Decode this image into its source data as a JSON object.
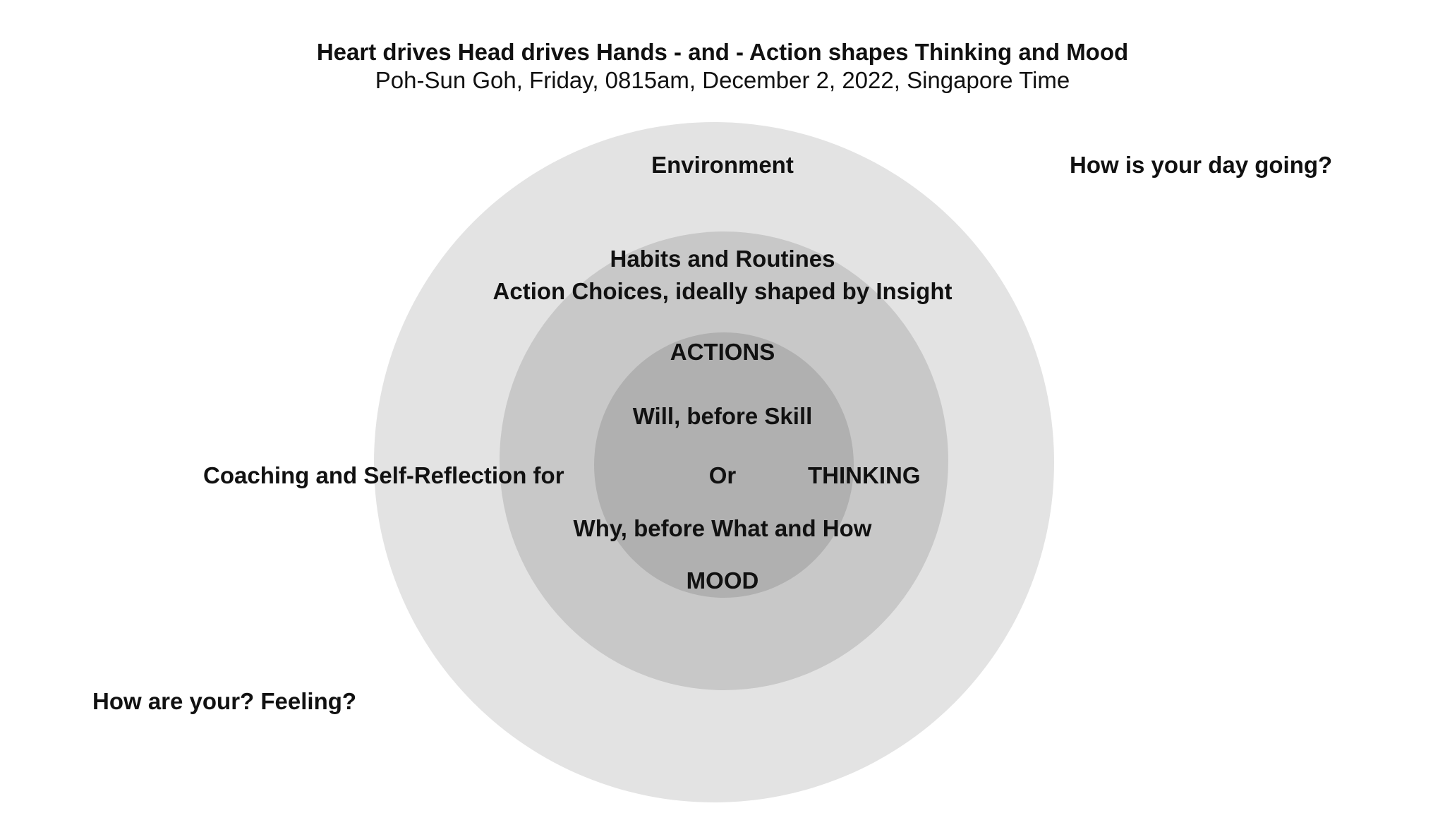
{
  "header": {
    "title": "Heart drives Head drives Hands - and - Action shapes Thinking and Mood",
    "subtitle": "Poh-Sun Goh, Friday, 0815am, December 2, 2022, Singapore Time"
  },
  "diagram": {
    "outer_ring_label": "Environment",
    "middle_ring_label_1": "Habits and Routines",
    "middle_ring_label_2": "Action Choices, ideally shaped by Insight",
    "actions_label": "ACTIONS",
    "will_label": "Will, before Skill",
    "or_label": "Or",
    "thinking_label": "THINKING",
    "why_label": "Why, before What and How",
    "mood_label": "MOOD",
    "colors": {
      "outer": "#e3e3e3",
      "middle": "#c8c8c8",
      "inner": "#b0b0b0"
    }
  },
  "side_notes": {
    "top_right": "How is your day going?",
    "left": "Coaching and Self-Reflection for",
    "bottom_left": "How are your? Feeling?"
  }
}
